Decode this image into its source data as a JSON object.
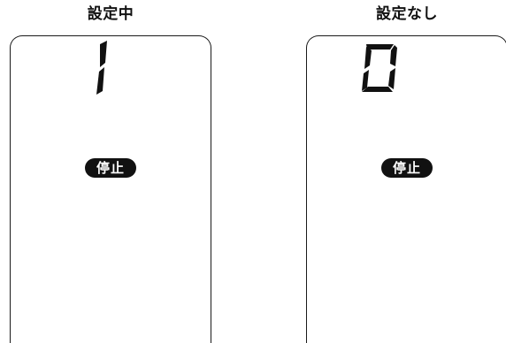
{
  "panels": [
    {
      "title": "設定中",
      "digit": "1",
      "badge": "停止"
    },
    {
      "title": "設定なし",
      "digit": "0",
      "badge": "停止"
    }
  ],
  "colors": {
    "ink": "#111111",
    "background": "#ffffff",
    "badge_text": "#ffffff"
  }
}
